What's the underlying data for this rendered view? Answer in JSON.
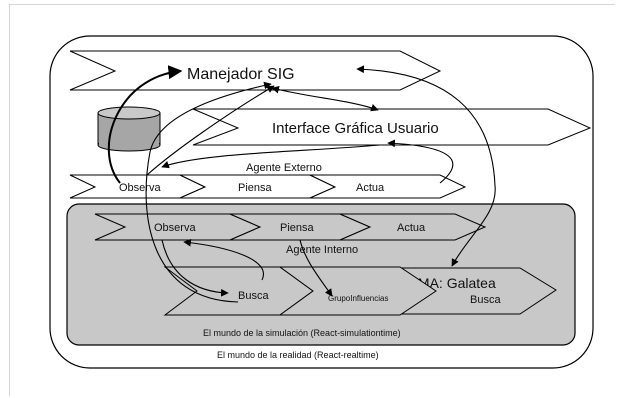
{
  "diagram": {
    "outer_region_label": "El mundo de la realidad (React-realtime)",
    "inner_region_label": "El mundo de la simulación  (React-simulationtime)",
    "manejador": "Manejador SIG",
    "interface": "Interface Gráfica  Usuario",
    "agente_externo": {
      "title": "Agente Externo",
      "observa": "Observa",
      "piensa": "Piensa",
      "actua": "Actua"
    },
    "agente_interno": {
      "title": "Agente Interno",
      "observa": "Observa",
      "piensa": "Piensa",
      "actua": "Actua"
    },
    "simulador": "Simulador MA: Galatea",
    "busca_left": "Busca",
    "grupo": "GrupoInfluencias",
    "busca_right": "Busca"
  },
  "colors": {
    "inner_fill": "#c8c8c8",
    "stroke": "#000000",
    "db_fill": "#a6a6a6",
    "db_top": "#c9c9c9"
  }
}
